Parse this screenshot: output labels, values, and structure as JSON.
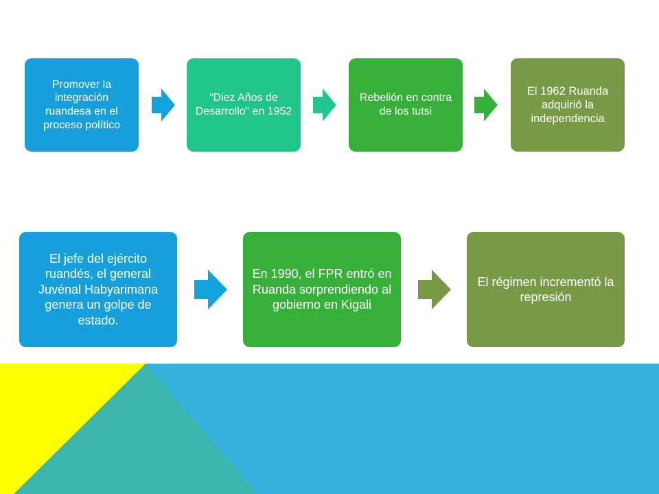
{
  "colors": {
    "blue": "#179fdb",
    "teal": "#1fc58a",
    "green": "#37b03a",
    "olive": "#789a47",
    "arrow_blue": "#12a2dc",
    "arrow_teal": "#21c58e",
    "arrow_green": "#35b23b",
    "arrow_olive": "#789a47",
    "band_blue": "#37b1de",
    "band_teal": "#3cb5ad",
    "band_yellow": "#ffff00"
  },
  "row1": [
    {
      "text": "Promover la integración ruandesa en el proceso político"
    },
    {
      "text": "“Diez Años de Desarrollo” en 1952"
    },
    {
      "text": "Rebelión en contra de los tutsi"
    },
    {
      "text": "El 1962 Ruanda adquirió la independencia"
    }
  ],
  "row2": [
    {
      "text": "El jefe del ejército ruandés, el general Juvénal Habyarimana genera un golpe de estado."
    },
    {
      "text": "En 1990, el FPR entró en Ruanda sorprendiendo al gobierno en Kigali"
    },
    {
      "text": "El régimen incrementó la represión"
    }
  ]
}
